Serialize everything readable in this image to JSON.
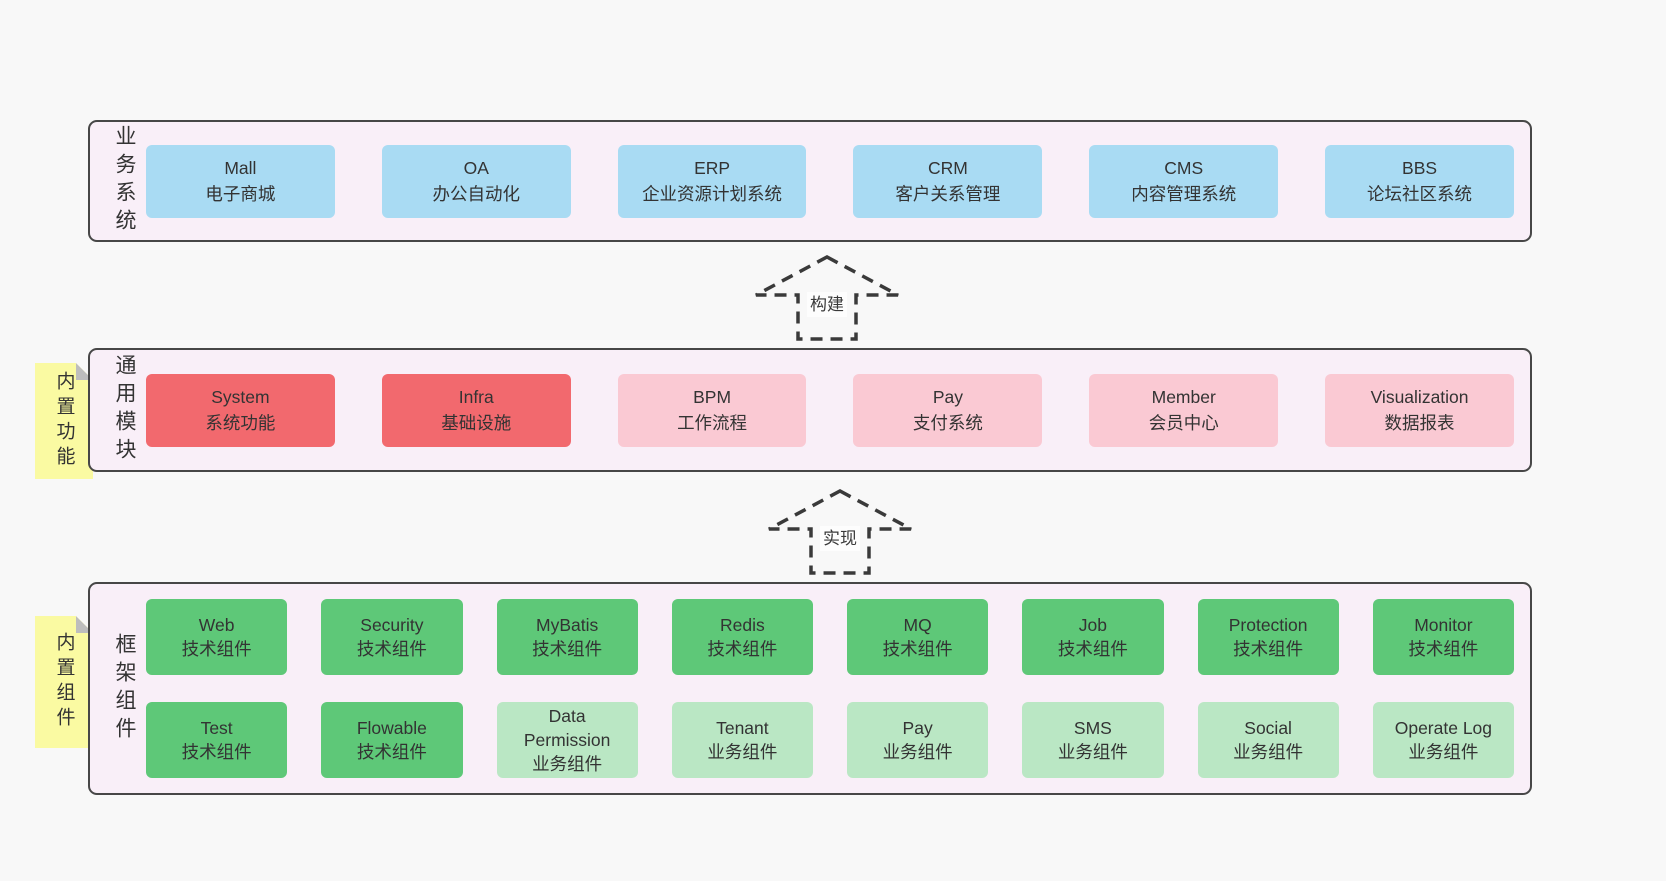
{
  "colors": {
    "page_background": "#f8f8f8",
    "container_background": "#f9eff8",
    "container_border": "#474747",
    "box_blue": "#a9dbf3",
    "box_red": "#f2696e",
    "box_pink": "#fac9d3",
    "box_green": "#5ec878",
    "box_light_green": "#bae7c4",
    "tag_yellow": "#fafaa2",
    "tag_fold_gray": "#bdbdbd",
    "text": "#333333"
  },
  "arrows": [
    {
      "label": "构建"
    },
    {
      "label": "实现"
    }
  ],
  "tags": {
    "features": {
      "label": "内置功能"
    },
    "components": {
      "label": "内置组件"
    }
  },
  "layers": {
    "business": {
      "label": "业务系统",
      "boxes": [
        {
          "en": "Mall",
          "zh": "电子商城",
          "type": "blue"
        },
        {
          "en": "OA",
          "zh": "办公自动化",
          "type": "blue"
        },
        {
          "en": "ERP",
          "zh": "企业资源计划系统",
          "type": "blue"
        },
        {
          "en": "CRM",
          "zh": "客户关系管理",
          "type": "blue"
        },
        {
          "en": "CMS",
          "zh": "内容管理系统",
          "type": "blue"
        },
        {
          "en": "BBS",
          "zh": "论坛社区系统",
          "type": "blue"
        }
      ]
    },
    "modules": {
      "label": "通用模块",
      "boxes": [
        {
          "en": "System",
          "zh": "系统功能",
          "type": "red"
        },
        {
          "en": "Infra",
          "zh": "基础设施",
          "type": "red"
        },
        {
          "en": "BPM",
          "zh": "工作流程",
          "type": "pink"
        },
        {
          "en": "Pay",
          "zh": "支付系统",
          "type": "pink"
        },
        {
          "en": "Member",
          "zh": "会员中心",
          "type": "pink"
        },
        {
          "en": "Visualization",
          "zh": "数据报表",
          "type": "pink"
        }
      ]
    },
    "framework": {
      "label": "框架组件",
      "rows": [
        [
          {
            "en": "Web",
            "zh": "技术组件",
            "type": "green"
          },
          {
            "en": "Security",
            "zh": "技术组件",
            "type": "green"
          },
          {
            "en": "MyBatis",
            "zh": "技术组件",
            "type": "green"
          },
          {
            "en": "Redis",
            "zh": "技术组件",
            "type": "green"
          },
          {
            "en": "MQ",
            "zh": "技术组件",
            "type": "green"
          },
          {
            "en": "Job",
            "zh": "技术组件",
            "type": "green"
          },
          {
            "en": "Protection",
            "zh": "技术组件",
            "type": "green"
          },
          {
            "en": "Monitor",
            "zh": "技术组件",
            "type": "green"
          }
        ],
        [
          {
            "en": "Test",
            "zh": "技术组件",
            "type": "green"
          },
          {
            "en": "Flowable",
            "zh": "技术组件",
            "type": "green"
          },
          {
            "en": "Data Permission",
            "zh": "业务组件",
            "type": "lightgreen"
          },
          {
            "en": "Tenant",
            "zh": "业务组件",
            "type": "lightgreen"
          },
          {
            "en": "Pay",
            "zh": "业务组件",
            "type": "lightgreen"
          },
          {
            "en": "SMS",
            "zh": "业务组件",
            "type": "lightgreen"
          },
          {
            "en": "Social",
            "zh": "业务组件",
            "type": "lightgreen"
          },
          {
            "en": "Operate Log",
            "zh": "业务组件",
            "type": "lightgreen"
          }
        ]
      ]
    }
  }
}
